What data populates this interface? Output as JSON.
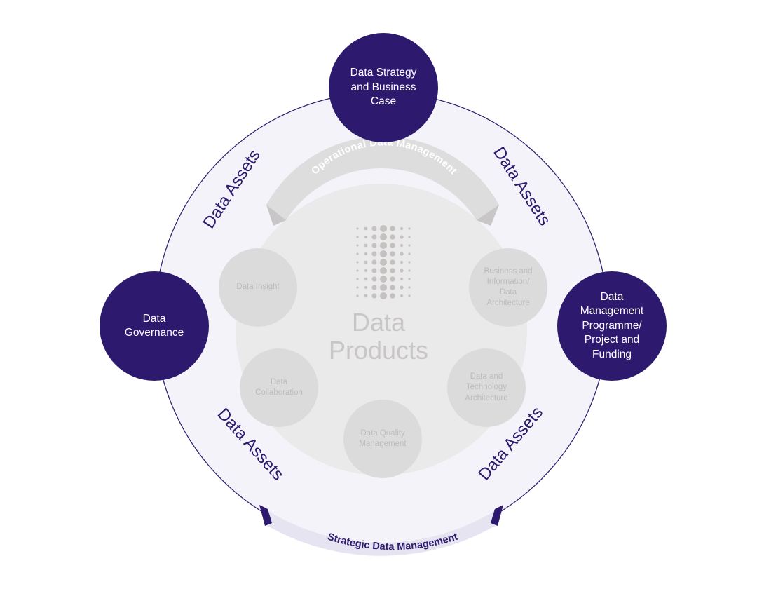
{
  "hubs": {
    "strategy": "Data Strategy\nand Business\nCase",
    "governance": "Data\nGovernance",
    "programme": "Data\nManagement\nProgramme/\nProject and\nFunding"
  },
  "components": {
    "insight": "Data Insight",
    "architecture": "Business and\nInformation/\nData\nArchitecture",
    "collaboration": "Data\nCollaboration",
    "technology": "Data and\nTechnology\nArchitecture",
    "quality": "Data Quality\nManagement"
  },
  "center": {
    "title": "Data\nProducts"
  },
  "assets_label": "Data Assets",
  "arcs": {
    "operational": "Operational Data Management",
    "strategic": "Strategic Data Management"
  },
  "colors": {
    "brand_purple": "#2d1a6e",
    "ring_fill": "#f4f3fa",
    "inner_gray": "#ebeaea",
    "component_gray": "#dcdbdb"
  }
}
